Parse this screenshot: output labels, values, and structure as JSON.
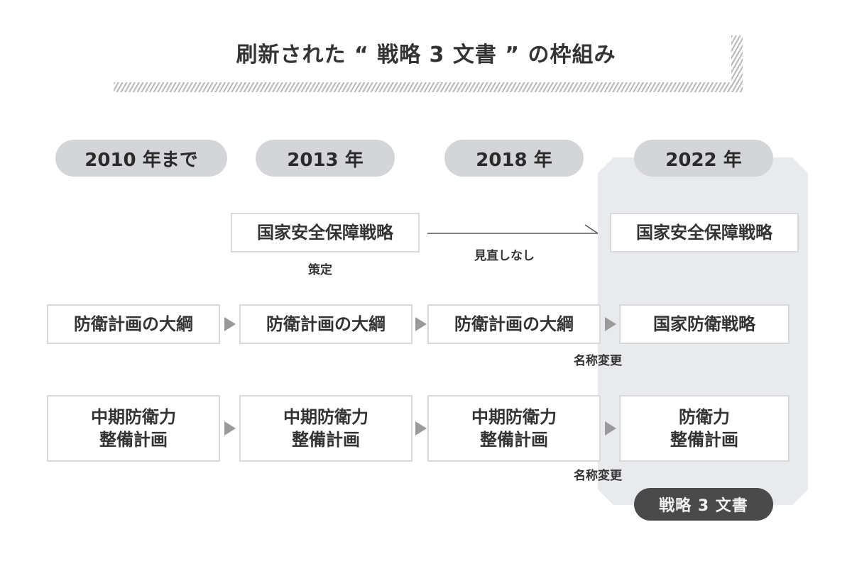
{
  "title": "刷新された “ 戦略 3 文書 ” の枠組み",
  "years": [
    {
      "label": "2010 年まで"
    },
    {
      "label": "2013 年"
    },
    {
      "label": "2018 年"
    },
    {
      "label": "2022 年"
    }
  ],
  "rows": {
    "national_security": {
      "box_2013": "国家安全保障戦略",
      "note_2013": "策定",
      "connector_note": "見直しなし",
      "box_2022": "国家安全保障戦略"
    },
    "defense_outline": {
      "box_2010": "防衛計画の大綱",
      "box_2013": "防衛計画の大綱",
      "box_2018": "防衛計画の大綱",
      "box_2022": "国家防衛戦略",
      "note_2022": "名称変更"
    },
    "buildup_plan": {
      "box_2010": "中期防衛力\n整備計画",
      "box_2013": "中期防衛力\n整備計画",
      "box_2018": "中期防衛力\n整備計画",
      "box_2022": "防衛力\n整備計画",
      "note_2022": "名称変更"
    }
  },
  "badge": "戦略 3 文書",
  "colors": {
    "pill_bg": "#d4d5d8",
    "panel_bg": "#e9eaed",
    "badge_bg": "#4a4a4a",
    "arrow": "#9a9a9a",
    "box_border": "#d9d9d9"
  }
}
